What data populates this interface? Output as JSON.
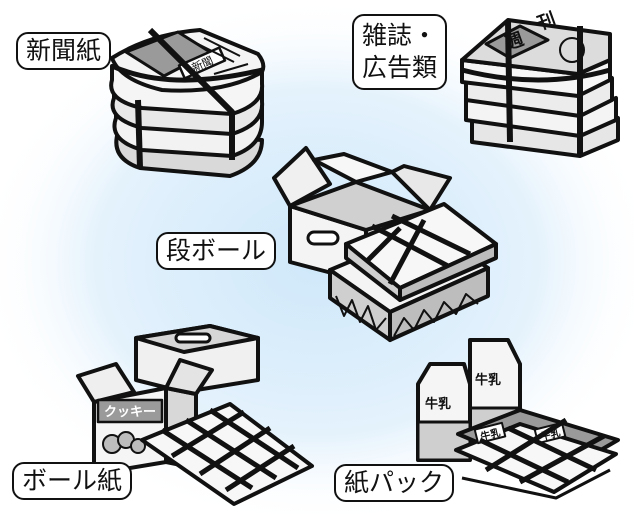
{
  "labels": {
    "newspaper": "新聞紙",
    "magazine_line1": "雑誌・",
    "magazine_line2": "広告類",
    "cardboard": "段ボール",
    "paperboard": "ボール紙",
    "paper_pack": "紙パック"
  },
  "illustration_text": {
    "newspaper_masthead": "新聞",
    "magazine_cover_1": "週",
    "magazine_cover_2": "刊",
    "cookie_box": "クッキー",
    "milk": "牛乳"
  },
  "colors": {
    "background_glow": "#cfe8fa",
    "outline": "#111111",
    "paper_light": "#f2f2f2",
    "paper_mid": "#cfcfcf",
    "paper_dark": "#9a9a9a"
  }
}
